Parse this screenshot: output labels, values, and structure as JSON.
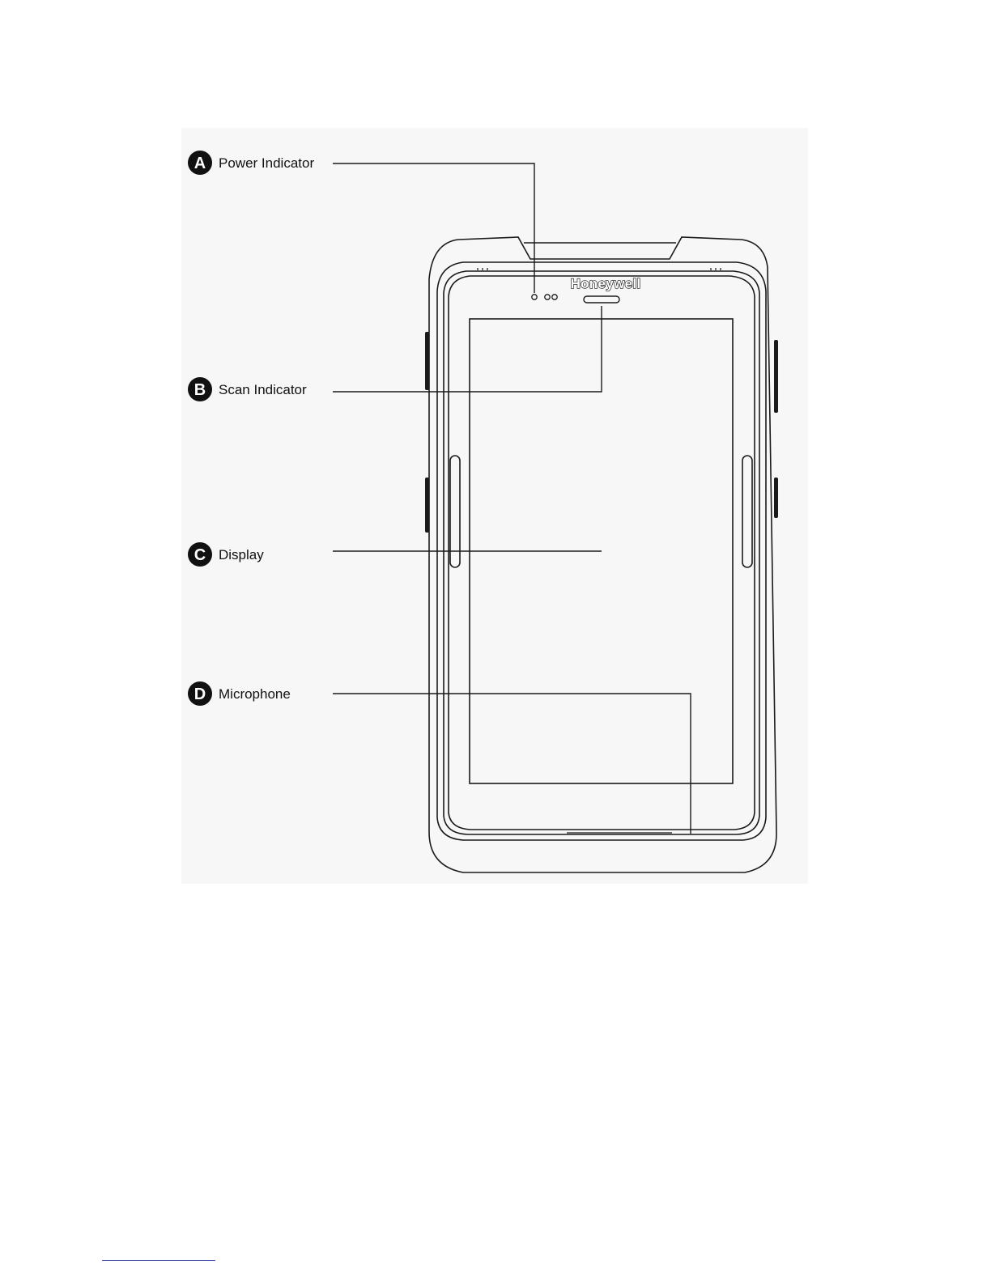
{
  "device": {
    "brand": "Honeywell"
  },
  "callouts": [
    {
      "letter": "A",
      "label": "Power Indicator"
    },
    {
      "letter": "B",
      "label": "Scan Indicator"
    },
    {
      "letter": "C",
      "label": "Display"
    },
    {
      "letter": "D",
      "label": "Microphone"
    }
  ]
}
